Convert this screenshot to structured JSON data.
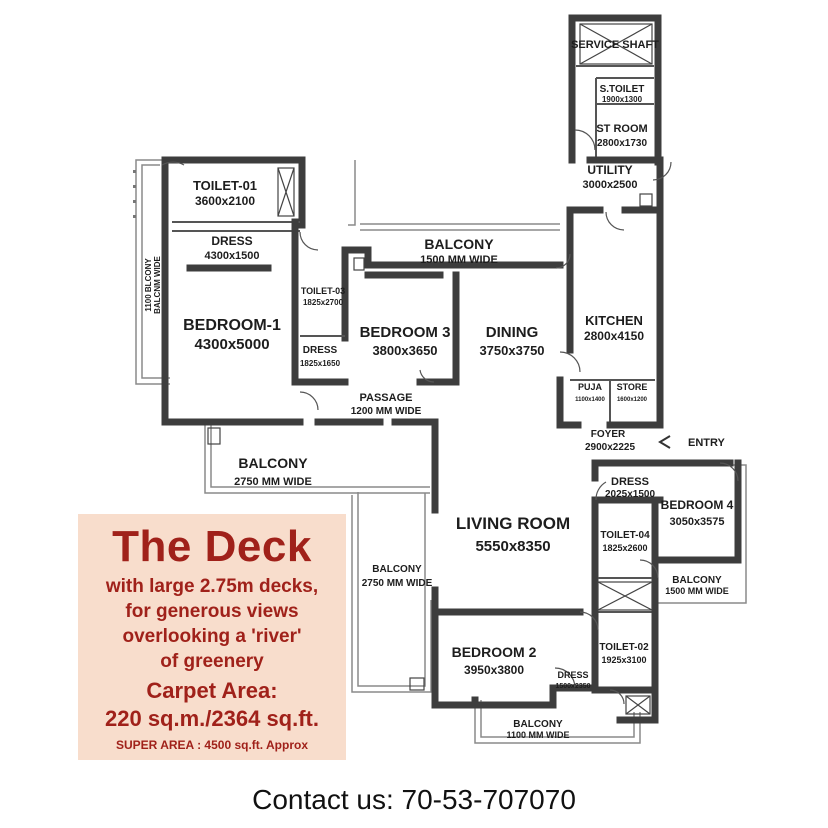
{
  "rooms": {
    "service_shaft": {
      "name": "SERVICE SHAFT"
    },
    "s_toilet": {
      "name": "S.TOILET",
      "size": "1900x1300"
    },
    "st_room": {
      "name": "ST ROOM",
      "size": "2800x1730"
    },
    "utility": {
      "name": "UTILITY",
      "size": "3000x2500"
    },
    "toilet_01": {
      "name": "TOILET-01",
      "size": "3600x2100"
    },
    "dress_1": {
      "name": "DRESS",
      "size": "4300x1500"
    },
    "bedroom_1": {
      "name": "BEDROOM-1",
      "size": "4300x5000"
    },
    "toilet_03": {
      "name": "TOILET-03",
      "size": "1825x2700"
    },
    "dress_3": {
      "name": "DRESS",
      "size": "1825x1650"
    },
    "bedroom_3": {
      "name": "BEDROOM 3",
      "size": "3800x3650"
    },
    "dining": {
      "name": "DINING",
      "size": "3750x3750"
    },
    "kitchen": {
      "name": "KITCHEN",
      "size": "2800x4150"
    },
    "puja": {
      "name": "PUJA",
      "size": "1100x1400"
    },
    "store": {
      "name": "STORE",
      "size": "1600x1200"
    },
    "foyer": {
      "name": "FOYER",
      "size": "2900x2225"
    },
    "dress_4": {
      "name": "DRESS",
      "size": "2025x1500"
    },
    "bedroom_4": {
      "name": "BEDROOM 4",
      "size": "3050x3575"
    },
    "toilet_04": {
      "name": "TOILET-04",
      "size": "1825x2600"
    },
    "living_room": {
      "name": "LIVING ROOM",
      "size": "5550x8350"
    },
    "bedroom_2": {
      "name": "BEDROOM 2",
      "size": "3950x3800"
    },
    "dress_2": {
      "name": "DRESS",
      "size": "1500x2350"
    },
    "toilet_02": {
      "name": "TOILET-02",
      "size": "1925x3100"
    }
  },
  "balconies": {
    "top": {
      "name": "BALCONY",
      "width": "1500 MM WIDE"
    },
    "left_vertical": {
      "line1": "1100 BLCONY",
      "line2": "BALCNM WIDE"
    },
    "main": {
      "name": "BALCONY",
      "width": "2750 MM WIDE"
    },
    "middle": {
      "name": "BALCONY",
      "width": "2750 MM WIDE"
    },
    "bedroom_4": {
      "name": "BALCONY",
      "width": "1500 MM WIDE"
    },
    "bottom": {
      "name": "BALCONY",
      "width": "1100 MM WIDE"
    }
  },
  "passage": {
    "name": "PASSAGE",
    "width": "1200 MM WIDE"
  },
  "entry": {
    "label": "ENTRY"
  },
  "deck": {
    "title": "The Deck",
    "lines": [
      "with large 2.75m decks,",
      "for generous views",
      "overlooking a 'river'",
      "of greenery"
    ],
    "carpet_label": "Carpet Area:",
    "carpet_value": "220 sq.m./2364 sq.ft.",
    "super_area": "SUPER AREA : 4500 sq.ft. Approx"
  },
  "contact": "Contact us: 70-53-707070",
  "colors": {
    "wall": "#3d3d3d",
    "card_bg": "#f8ddcc",
    "card_text": "#a0211a"
  }
}
